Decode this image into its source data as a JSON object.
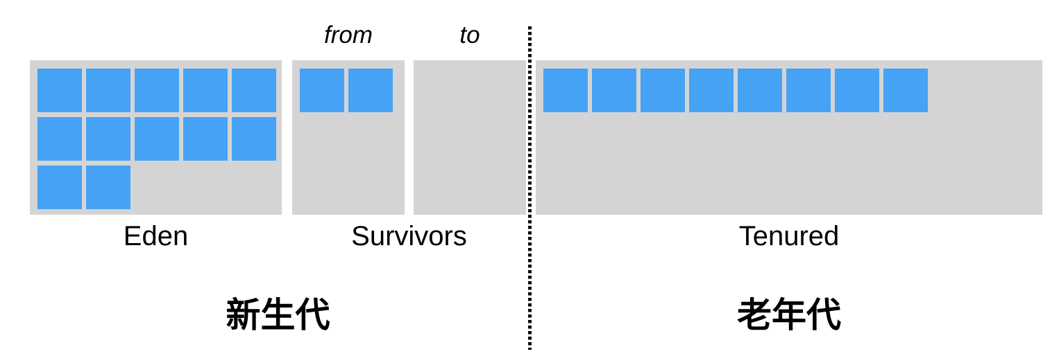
{
  "colors": {
    "block": "#46a2f5",
    "region_bg": "#d4d4d4",
    "divider": "#000000",
    "text": "#000000"
  },
  "young_generation": {
    "label": "新生代",
    "eden": {
      "label": "Eden",
      "occupied_blocks": 12
    },
    "survivors": {
      "label": "Survivors",
      "from": {
        "label": "from",
        "occupied_blocks": 2
      },
      "to": {
        "label": "to",
        "occupied_blocks": 0
      }
    }
  },
  "old_generation": {
    "label": "老年代",
    "tenured": {
      "label": "Tenured",
      "occupied_blocks": 8
    }
  }
}
